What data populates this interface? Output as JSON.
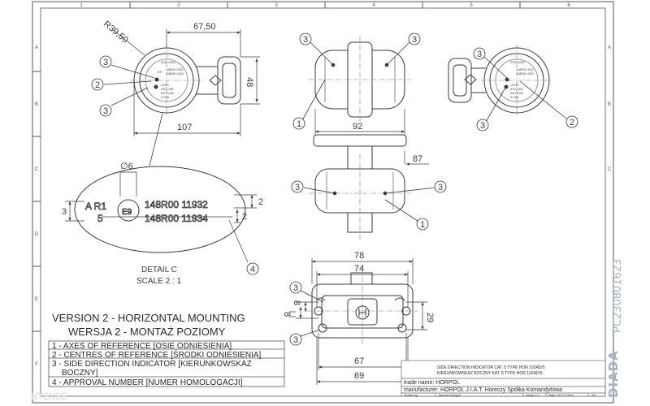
{
  "frame": {
    "col_labels": [
      "1",
      "2",
      "3",
      "4",
      "5",
      "6"
    ],
    "row_labels": [
      "A",
      "B",
      "C",
      "D",
      "E",
      "F"
    ]
  },
  "dims": {
    "d6750": "67,50",
    "r3950": "R39,50",
    "d48": "48",
    "d107": "107",
    "d92": "92",
    "d87": "87",
    "d78": "78",
    "d74": "74",
    "d67": "67",
    "d69": "69",
    "d29": "29",
    "d8a": "8",
    "d8b": "8",
    "d2a": "2",
    "d2b": "2",
    "d3": "3",
    "phi6": "∅6"
  },
  "balloons": {
    "n1": "1",
    "n2": "2",
    "n3": "3",
    "n4": "4"
  },
  "label_plate": {
    "line1_prefix": "A R1",
    "line1_code": "148R00 11932",
    "line2_prefix": "5",
    "line2_code": "148R00 11934",
    "emark": "E9"
  },
  "face_text": {
    "brand": "HOR 102AD",
    "code1": "148R00 11932",
    "code2": "148R00 11934",
    "volt": "12/24V",
    "spec1": "A R1 0,5W",
    "spec2": "SM 1 0,5W",
    "spec3": "5 0,5W"
  },
  "detail": {
    "title": "DETAIL C",
    "scale": "SCALE 2 : 1"
  },
  "version": {
    "en": "VERSION 2 - HORIZONTAL MOUNTING",
    "pl": "WERSJA 2 - MONTAŻ POZIOMY"
  },
  "legend": [
    "1 - AXES OF REFERENCE [OSIE ODNIESIENIA]",
    "2 - CENTRES OF REFERENCE [ŚRODKI ODNIESIENIA]",
    "3 - SIDE DIRECTION INDICATOR [KIERUNKOWSKAZ",
    "BOCZNY]",
    "4 - APPROVAL NUMBER [NUMER HOMOLOGACJI]"
  ],
  "title_block": {
    "desc_en": "SIDE DIRECTION INDICATOR CAT. 5 TYPE HOR 102AD/5",
    "desc_pl": "KIERUNKOWSKAZ BOCZNY KAT. 5 TYPU HOR 102AD/5",
    "trade_name": "trade name: HORPOL",
    "manufacturer": "manufacturer: HORPOL J.I.A.T. Horeczy Spółka Komandytowa",
    "drawn_by": "Drawn by:",
    "author": "Marcin Gorajch",
    "scale_label": "Scale 1:2",
    "date_label": "Date: 18.12.2023",
    "sheet_label": "Sh"
  },
  "watermark": {
    "brand": "DIADA",
    "code": "PC230801623",
    "corner": "NTENSE"
  },
  "colors": {
    "ink": "#3a3a3a",
    "light_ink": "#8a8a8a",
    "watermark": "#9fb4c8"
  }
}
